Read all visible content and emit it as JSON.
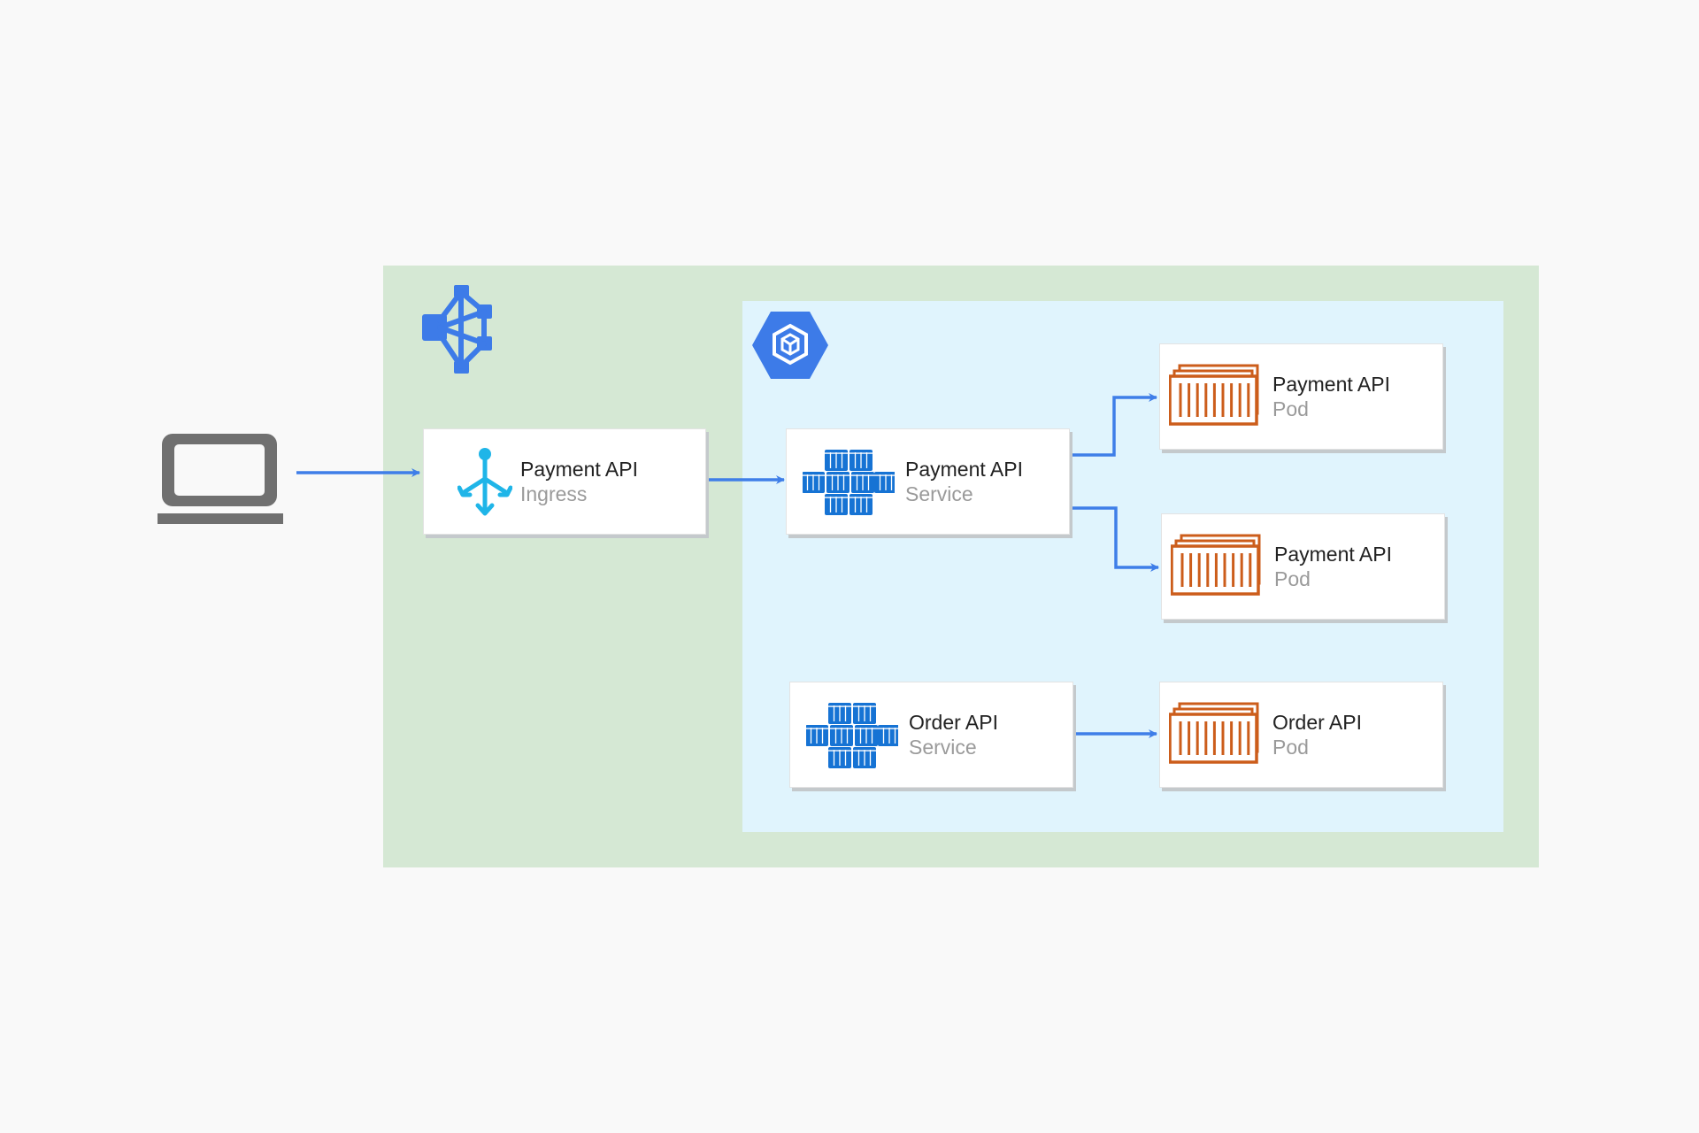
{
  "colors": {
    "background": "#f9f9f9",
    "cluster_zone": "#d5e8d4",
    "namespace_zone": "#e0f4fd",
    "arrow": "#3f7ee8",
    "ingress_icon": "#1fb5e8",
    "service_icon": "#1673d4",
    "pod_icon": "#cc5d1b",
    "client_icon": "#707070",
    "gcp_icon": "#3d7be8"
  },
  "icons": {
    "client": "laptop-icon",
    "cluster": "network-topology-icon",
    "namespace": "kubernetes-engine-hexagon-icon",
    "ingress": "ingress-split-arrow-icon",
    "service": "service-container-cluster-icon",
    "pod": "pod-container-stack-icon"
  },
  "nodes": {
    "ingress": {
      "title": "Payment API",
      "subtitle": "Ingress"
    },
    "payment_service": {
      "title": "Payment API",
      "subtitle": "Service"
    },
    "payment_pod_1": {
      "title": "Payment API",
      "subtitle": "Pod"
    },
    "payment_pod_2": {
      "title": "Payment API",
      "subtitle": "Pod"
    },
    "order_service": {
      "title": "Order API",
      "subtitle": "Service"
    },
    "order_pod": {
      "title": "Order API",
      "subtitle": "Pod"
    }
  },
  "edges": [
    {
      "from": "client",
      "to": "ingress"
    },
    {
      "from": "ingress",
      "to": "payment_service"
    },
    {
      "from": "payment_service",
      "to": "payment_pod_1"
    },
    {
      "from": "payment_service",
      "to": "payment_pod_2"
    },
    {
      "from": "order_service",
      "to": "order_pod"
    }
  ]
}
